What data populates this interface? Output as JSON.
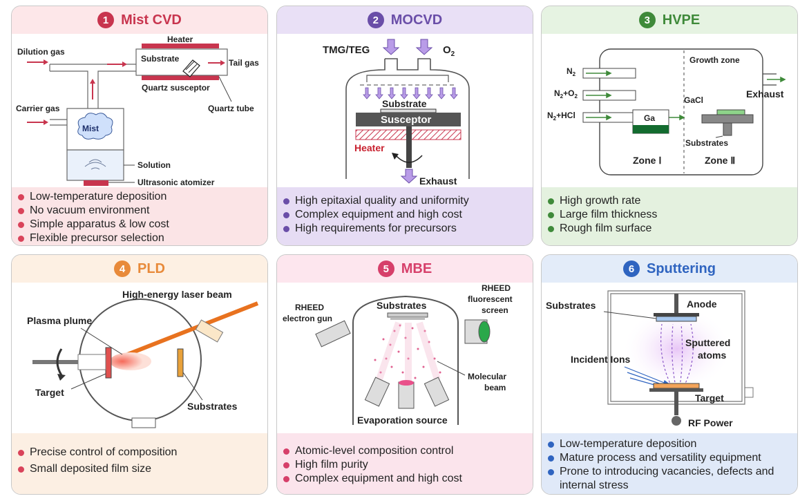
{
  "panels": [
    {
      "number": "1",
      "title": "Mist CVD",
      "color": "#c8354e",
      "labels": {
        "heater": "Heater",
        "dilution": "Dilution gas",
        "substrate": "Substrate",
        "tail": "Tail gas",
        "susceptor": "Quartz susceptor",
        "tube": "Quartz tube",
        "carrier": "Carrier gas",
        "mist": "Mist",
        "solution": "Solution",
        "atomizer": "Ultrasonic atomizer"
      },
      "bullets": [
        "Low-temperature deposition",
        "No vacuum environment",
        "Simple apparatus & low cost",
        "Flexible precursor selection"
      ]
    },
    {
      "number": "2",
      "title": "MOCVD",
      "color": "#6a4ea8",
      "labels": {
        "tmg": "TMG/TEG",
        "o2": "O",
        "o2sub": "2",
        "substrate": "Substrate",
        "susceptor": "Susceptor",
        "heater": "Heater",
        "exhaust": "Exhaust"
      },
      "bullets": [
        "High epitaxial quality and uniformity",
        "Complex equipment and high cost",
        "High requirements for precursors"
      ]
    },
    {
      "number": "3",
      "title": "HVPE",
      "color": "#3f8a3a",
      "labels": {
        "growth": "Growth zone",
        "n2": "N",
        "n2sub": "2",
        "n2o2": "N",
        "n2o2sub": "2",
        "n2o2b": "+O",
        "n2o2bsub": "2",
        "n2hcl": "N",
        "n2hclsub": "2",
        "n2hclb": "+HCl",
        "exhaust": "Exhaust",
        "gacl": "GaCl",
        "ga": "Ga",
        "substrates": "Substrates",
        "zone1": "Zone Ⅰ",
        "zone2": "Zone Ⅱ"
      },
      "bullets": [
        "High growth rate",
        "Large film thickness",
        "Rough film surface"
      ]
    },
    {
      "number": "4",
      "title": "PLD",
      "color": "#e88a3a",
      "labels": {
        "laser": "High-energy laser beam",
        "plume": "Plasma plume",
        "target": "Target",
        "substrates": "Substrates"
      },
      "bullets": [
        "Precise control of composition",
        "Small deposited film size"
      ]
    },
    {
      "number": "5",
      "title": "MBE",
      "color": "#d63f6a",
      "labels": {
        "rheed_gun1": "RHEED",
        "rheed_gun2": "electron gun",
        "substrates": "Substrates",
        "rheed_scr1": "RHEED",
        "rheed_scr2": "fluorescent",
        "rheed_scr3": "screen",
        "beam1": "Molecular",
        "beam2": "beam",
        "evap": "Evaporation source"
      },
      "bullets": [
        "Atomic-level composition control",
        "High film purity",
        "Complex equipment and high cost"
      ]
    },
    {
      "number": "6",
      "title": "Sputtering",
      "color": "#2f64c0",
      "labels": {
        "substrates": "Substrates",
        "anode": "Anode",
        "sputtered1": "Sputtered",
        "sputtered2": "atoms",
        "ions": "Incident Ions",
        "target": "Target",
        "rf": "RF Power"
      },
      "bullets": [
        "Low-temperature deposition",
        "Mature process and versatility equipment",
        "Prone to introducing vacancies, defects and internal stress"
      ]
    }
  ],
  "colors": {
    "p1_title_bg": "#fde7e9",
    "p1_list_bg": "#fbe4e6",
    "p1_dot": "#d9435a",
    "p2_title_bg": "#e9e0f6",
    "p2_list_bg": "#e6dcf4",
    "p2_dot": "#6a4ea8",
    "p3_title_bg": "#e6f3e2",
    "p3_list_bg": "#e4f1df",
    "p3_dot": "#3f8a3a",
    "p4_title_bg": "#fdf0e3",
    "p4_list_bg": "#fcefe3",
    "p4_dot": "#d9435a",
    "p5_title_bg": "#fde6ee",
    "p5_list_bg": "#fbe4ec",
    "p5_dot": "#d63f6a",
    "p6_title_bg": "#e3ecf9",
    "p6_list_bg": "#e0e9f8",
    "p6_dot": "#2f64c0"
  }
}
